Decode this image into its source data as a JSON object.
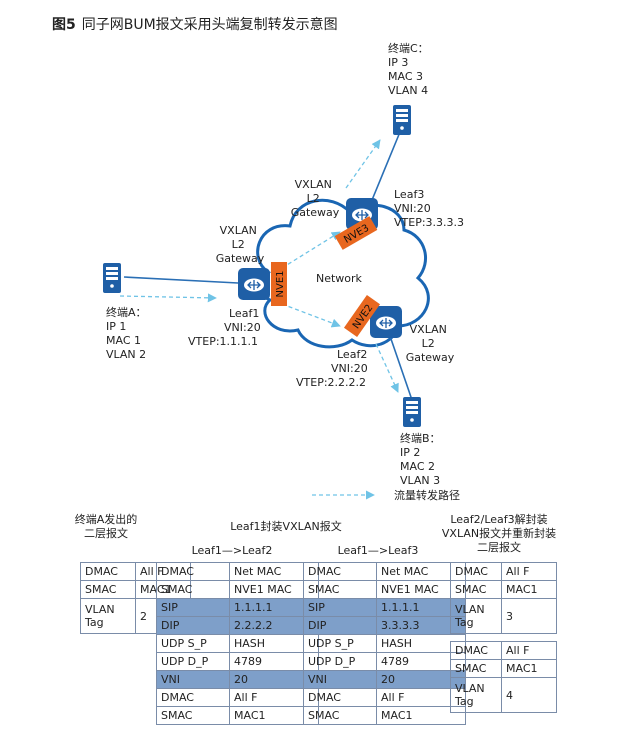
{
  "title": {
    "bold": "图5",
    "text": "同子网BUM报文采用头端复制转发示意图"
  },
  "terminals": {
    "a": {
      "lines": [
        "终端A：",
        "IP 1",
        "MAC 1",
        "VLAN 2"
      ]
    },
    "b": {
      "lines": [
        "终端B：",
        "IP 2",
        "MAC 2",
        "VLAN 3"
      ]
    },
    "c": {
      "lines": [
        "终端C：",
        "IP 3",
        "MAC 3",
        "VLAN 4"
      ]
    }
  },
  "gateways": {
    "leaf1": {
      "lines": [
        "VXLAN",
        "L2",
        "Gateway"
      ]
    },
    "leaf2": {
      "lines": [
        "VXLAN",
        "L2",
        "Gateway"
      ]
    },
    "leaf3": {
      "lines": [
        "VXLAN",
        "L2",
        "Gateway"
      ]
    }
  },
  "leafs": {
    "leaf1": {
      "lines": [
        "Leaf1",
        "VNI:20",
        "VTEP:1.1.1.1"
      ]
    },
    "leaf2": {
      "lines": [
        "Leaf2",
        "VNI:20",
        "VTEP:2.2.2.2"
      ]
    },
    "leaf3": {
      "lines": [
        "Leaf3",
        "VNI:20",
        "VTEP:3.3.3.3"
      ]
    }
  },
  "nve": {
    "nve1": "NVE1",
    "nve2": "NVE2",
    "nve3": "NVE3"
  },
  "network_label": "Network",
  "legend": {
    "label": "流量转发路径"
  },
  "captions": {
    "original": {
      "lines": [
        "终端A发出的",
        "二层报文"
      ]
    },
    "encap": {
      "lines": [
        "Leaf1封装VXLAN报文"
      ]
    },
    "to_leaf2": "Leaf1—>Leaf2",
    "to_leaf3": "Leaf1—>Leaf3",
    "decap": {
      "lines": [
        "Leaf2/Leaf3解封装",
        "VXLAN报文并重新封装",
        "二层报文"
      ]
    }
  },
  "tables": {
    "original": [
      {
        "f": "DMAC",
        "v": "All F"
      },
      {
        "f": "SMAC",
        "v": "MAC1"
      },
      {
        "f": "VLAN Tag",
        "v": "2",
        "tall": true
      }
    ],
    "leaf1_to_leaf2": [
      {
        "f": "DMAC",
        "v": "Net MAC"
      },
      {
        "f": "SMAC",
        "v": "NVE1 MAC"
      },
      {
        "f": "SIP",
        "v": "1.1.1.1",
        "hl": true
      },
      {
        "f": "DIP",
        "v": "2.2.2.2",
        "hl": true
      },
      {
        "f": "UDP S_P",
        "v": "HASH"
      },
      {
        "f": "UDP D_P",
        "v": "4789"
      },
      {
        "f": "VNI",
        "v": "20",
        "hl": true
      },
      {
        "f": "DMAC",
        "v": "All F"
      },
      {
        "f": "SMAC",
        "v": "MAC1"
      }
    ],
    "leaf1_to_leaf3": [
      {
        "f": "DMAC",
        "v": "Net MAC"
      },
      {
        "f": "SMAC",
        "v": "NVE1 MAC"
      },
      {
        "f": "SIP",
        "v": "1.1.1.1",
        "hl": true
      },
      {
        "f": "DIP",
        "v": "3.3.3.3",
        "hl": true
      },
      {
        "f": "UDP S_P",
        "v": "HASH"
      },
      {
        "f": "UDP D_P",
        "v": "4789"
      },
      {
        "f": "VNI",
        "v": "20",
        "hl": true
      },
      {
        "f": "DMAC",
        "v": "All F"
      },
      {
        "f": "SMAC",
        "v": "MAC1"
      }
    ],
    "leaf2_out": [
      {
        "f": "DMAC",
        "v": "All F"
      },
      {
        "f": "SMAC",
        "v": "MAC1"
      },
      {
        "f": "VLAN Tag",
        "v": "3",
        "tall": true
      }
    ],
    "leaf3_out": [
      {
        "f": "DMAC",
        "v": "All F"
      },
      {
        "f": "SMAC",
        "v": "MAC1"
      },
      {
        "f": "VLAN Tag",
        "v": "4",
        "tall": true
      }
    ]
  },
  "colors": {
    "link": "#2a6fb5",
    "flow": "#6fc3e6",
    "nve": "#e8671f",
    "router": "#1f5fa6",
    "cloud_stroke": "#1a66b3",
    "row_highlight": "#7e9fc9"
  }
}
